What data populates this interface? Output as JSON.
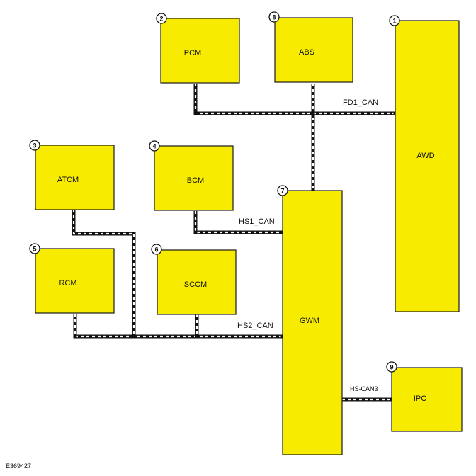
{
  "modules": [
    {
      "id": "pcm",
      "badge": "2",
      "label": "PCM"
    },
    {
      "id": "abs",
      "badge": "8",
      "label": "ABS"
    },
    {
      "id": "awd",
      "badge": "1",
      "label": "AWD"
    },
    {
      "id": "atcm",
      "badge": "3",
      "label": "ATCM"
    },
    {
      "id": "bcm",
      "badge": "4",
      "label": "BCM"
    },
    {
      "id": "gwm",
      "badge": "7",
      "label": "GWM"
    },
    {
      "id": "rcm",
      "badge": "5",
      "label": "RCM"
    },
    {
      "id": "sccm",
      "badge": "6",
      "label": "SCCM"
    },
    {
      "id": "ipc",
      "badge": "9",
      "label": "IPC"
    }
  ],
  "buses": [
    {
      "id": "fd1",
      "label": "FD1_CAN"
    },
    {
      "id": "hs1",
      "label": "HS1_CAN"
    },
    {
      "id": "hs2",
      "label": "HS2_CAN"
    },
    {
      "id": "hs3",
      "label": "HS-CAN3"
    }
  ],
  "colors": {
    "module_fill": "#f7ec00",
    "outline": "#1a1a1a",
    "background": "#ffffff"
  },
  "figure_ref": "E369427"
}
